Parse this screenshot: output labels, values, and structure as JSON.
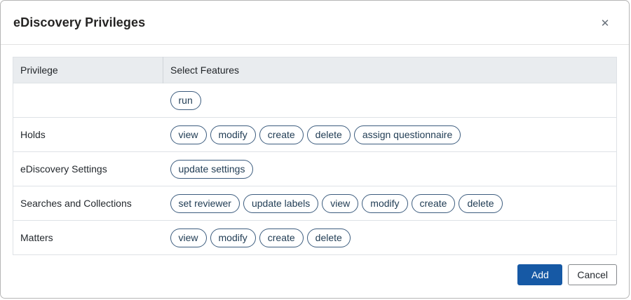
{
  "dialog": {
    "title": "eDiscovery Privileges",
    "close_glyph": "✕"
  },
  "table": {
    "columns": [
      "Privilege",
      "Select Features"
    ],
    "rows": [
      {
        "privilege": "",
        "features": [
          "run"
        ]
      },
      {
        "privilege": "Holds",
        "features": [
          "view",
          "modify",
          "create",
          "delete",
          "assign questionnaire"
        ]
      },
      {
        "privilege": "eDiscovery Settings",
        "features": [
          "update settings"
        ]
      },
      {
        "privilege": "Searches and Collections",
        "features": [
          "set reviewer",
          "update labels",
          "view",
          "modify",
          "create",
          "delete"
        ]
      },
      {
        "privilege": "Matters",
        "features": [
          "view",
          "modify",
          "create",
          "delete"
        ]
      }
    ]
  },
  "footer": {
    "add_label": "Add",
    "cancel_label": "Cancel"
  },
  "colors": {
    "accent_blue": "#1659a5",
    "pill_border": "#3c5c7e",
    "pill_text": "#1f3b53",
    "header_bg": "#e9ecef",
    "table_border": "#dee2e6"
  }
}
